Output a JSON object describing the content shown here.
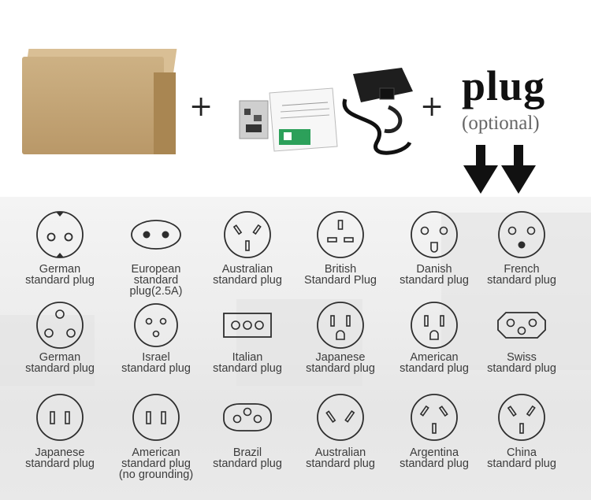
{
  "header": {
    "plus_1": "+",
    "plus_2": "+",
    "plug_title": "plug",
    "plug_optional": "(optional)"
  },
  "plugs": [
    {
      "icon": "german-schuko-plug-icon",
      "line1": "German",
      "line2": "standard plug",
      "line3": ""
    },
    {
      "icon": "european-plug-icon",
      "line1": "European",
      "line2": "standard",
      "line3": "plug(2.5A)"
    },
    {
      "icon": "australian-plug-icon",
      "line1": "Australian",
      "line2": "standard plug",
      "line3": ""
    },
    {
      "icon": "british-plug-icon",
      "line1": "British",
      "line2": "Standard Plug",
      "line3": ""
    },
    {
      "icon": "danish-plug-icon",
      "line1": "Danish",
      "line2": "standard plug",
      "line3": ""
    },
    {
      "icon": "french-plug-icon",
      "line1": "French",
      "line2": "standard plug",
      "line3": ""
    },
    {
      "icon": "german-three-pin-plug-icon",
      "line1": "German",
      "line2": "standard plug",
      "line3": ""
    },
    {
      "icon": "israel-plug-icon",
      "line1": "Israel",
      "line2": "standard plug",
      "line3": ""
    },
    {
      "icon": "italian-plug-icon",
      "line1": "Italian",
      "line2": "standard plug",
      "line3": ""
    },
    {
      "icon": "japanese-grounded-plug-icon",
      "line1": "Japanese",
      "line2": "standard plug",
      "line3": ""
    },
    {
      "icon": "american-grounded-plug-icon",
      "line1": "American",
      "line2": "standard plug",
      "line3": ""
    },
    {
      "icon": "swiss-plug-icon",
      "line1": "Swiss",
      "line2": "standard plug",
      "line3": ""
    },
    {
      "icon": "japanese-plug-icon",
      "line1": "Japanese",
      "line2": "standard plug",
      "line3": ""
    },
    {
      "icon": "american-ungrounded-plug-icon",
      "line1": "American",
      "line2": "standard plug",
      "line3": "(no grounding)"
    },
    {
      "icon": "brazil-plug-icon",
      "line1": "Brazil",
      "line2": "standard plug",
      "line3": ""
    },
    {
      "icon": "australian-two-pin-plug-icon",
      "line1": "Australian",
      "line2": "standard plug",
      "line3": ""
    },
    {
      "icon": "argentina-plug-icon",
      "line1": "Argentina",
      "line2": "standard plug",
      "line3": ""
    },
    {
      "icon": "china-plug-icon",
      "line1": "China",
      "line2": "standard plug",
      "line3": ""
    }
  ]
}
